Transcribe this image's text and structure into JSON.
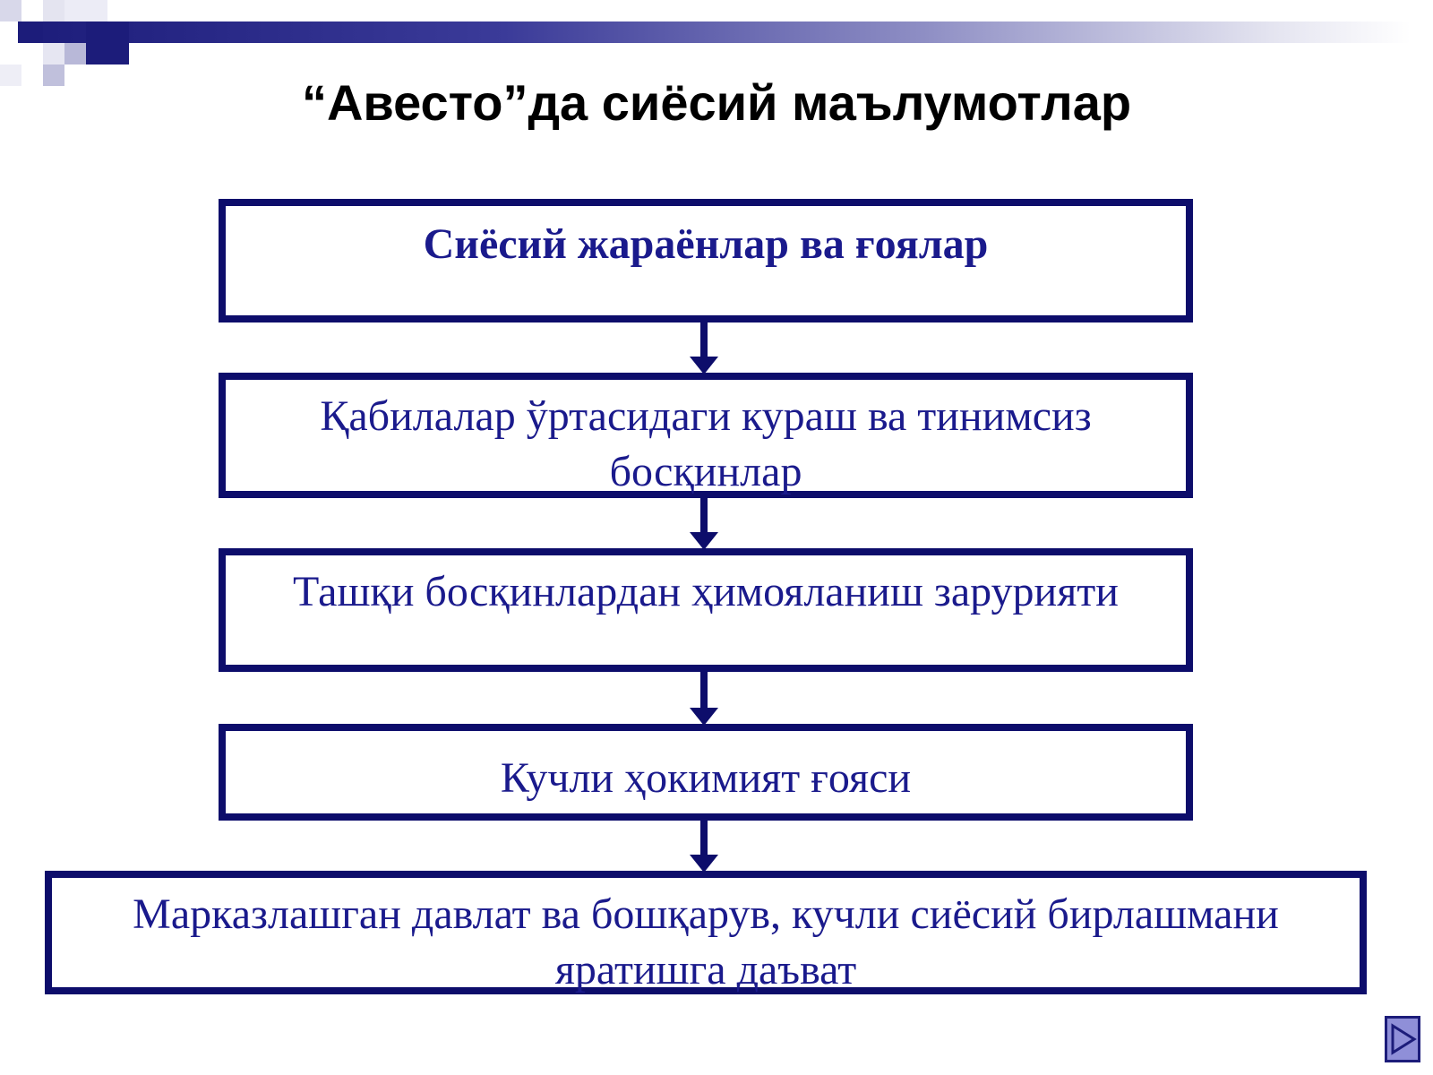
{
  "slide": {
    "title": "“Авесто”да сиёсий маълумотлар",
    "flow": [
      {
        "lines": [
          "Сиёсий жараёнлар ва ғоялар"
        ]
      },
      {
        "lines": [
          "Қабилалар ўртасидаги кураш ва тинимсиз",
          "босқинлар"
        ]
      },
      {
        "lines": [
          "Ташқи босқинлардан ҳимояланиш зарурияти"
        ]
      },
      {
        "lines": [
          "Кучли ҳокимият ғояси"
        ]
      },
      {
        "lines": [
          "Марказлашган давлат ва бошқарув, кучли сиёсий бирлашмани",
          "яратишга даъват"
        ]
      }
    ]
  },
  "colors": {
    "box_border": "#0d0d6b",
    "box_text": "#1a1a8c",
    "title_text": "#000000"
  },
  "icons": {
    "next": "play-triangle-icon"
  }
}
